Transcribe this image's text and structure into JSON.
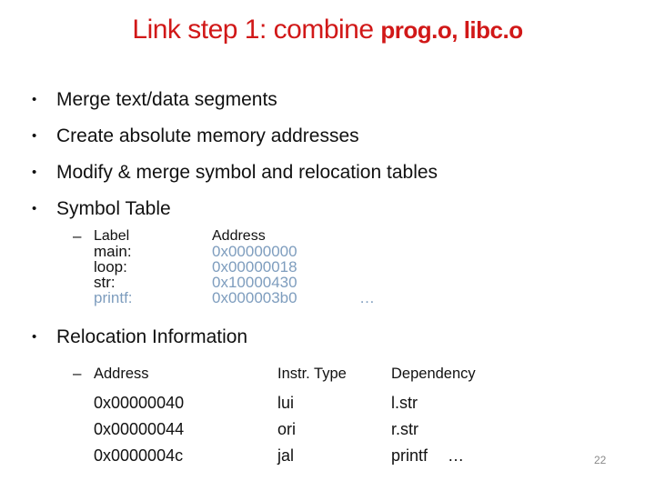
{
  "slide": {
    "markers": {
      "bullet": "•",
      "dash": "–",
      "ellipsis": "…"
    },
    "title": {
      "main": "Link step 1: combine ",
      "emphasis": "prog.o, libc.o"
    },
    "bullets": [
      "Merge text/data segments",
      "Create absolute memory addresses",
      "Modify & merge symbol and relocation tables",
      "Symbol Table"
    ],
    "relocation_bullet": "Relocation Information",
    "symbol_table": {
      "headers": {
        "label": "Label",
        "address": "Address"
      },
      "rows": [
        {
          "label": "main:",
          "address": "0x00000000"
        },
        {
          "label": "loop:",
          "address": "0x00000018"
        },
        {
          "label": "str:",
          "address": "0x10000430"
        },
        {
          "label": "printf:",
          "address": "0x000003b0",
          "suffix": "…"
        }
      ]
    },
    "relocation_table": {
      "headers": {
        "address": "Address",
        "instr": "Instr. Type",
        "dep": "Dependency"
      },
      "rows": [
        {
          "address": "0x00000040",
          "instr": "lui",
          "dep": "l.str"
        },
        {
          "address": "0x00000044",
          "instr": "ori",
          "dep": "r.str"
        },
        {
          "address": "0x0000004c",
          "instr": "jal",
          "dep": "printf",
          "suffix": "…"
        }
      ]
    },
    "page_number": "22",
    "colors": {
      "title_red": "#d11818",
      "address_blue": "#7e9dbe",
      "text_black": "#111111",
      "page_gray": "#8a8a8a"
    }
  }
}
